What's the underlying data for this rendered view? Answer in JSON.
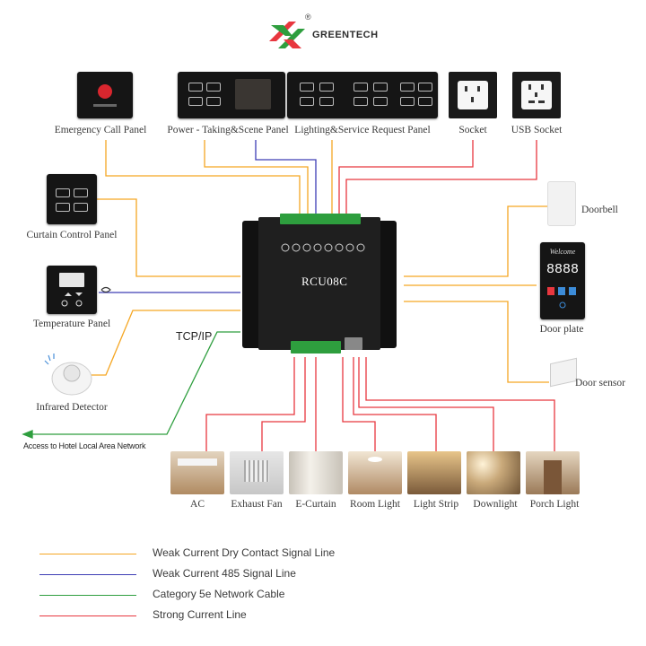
{
  "brand": {
    "name": "GREENTECH",
    "reg_mark": "®"
  },
  "controller": {
    "model": "RCU08C",
    "network_label": "TCP/IP"
  },
  "top_devices": [
    {
      "id": "emergency",
      "label": "Emergency Call Panel"
    },
    {
      "id": "power",
      "label": "Power - Taking&Scene Panel"
    },
    {
      "id": "lighting",
      "label": "Lighting&Service Request Panel"
    },
    {
      "id": "socket",
      "label": "Socket"
    },
    {
      "id": "usb",
      "label": "USB Socket"
    }
  ],
  "left_devices": [
    {
      "id": "curtain",
      "label": "Curtain Control Panel"
    },
    {
      "id": "temperature",
      "label": "Temperature Panel"
    },
    {
      "id": "infrared",
      "label": "Infrared Detector"
    }
  ],
  "network_access_label": "Access to Hotel Local Area Network",
  "right_devices": [
    {
      "id": "doorbell",
      "label": "Doorbell"
    },
    {
      "id": "doorplate",
      "label": "Door plate",
      "display_text": "8888",
      "display_title": "Welcome"
    },
    {
      "id": "doorsensor",
      "label": "Door sensor"
    }
  ],
  "loads": [
    {
      "id": "ac",
      "label": "AC"
    },
    {
      "id": "fan",
      "label": "Exhaust Fan"
    },
    {
      "id": "curtain",
      "label": "E-Curtain"
    },
    {
      "id": "roomlight",
      "label": "Room Light"
    },
    {
      "id": "strip",
      "label": "Light Strip"
    },
    {
      "id": "downlight",
      "label": "Downlight"
    },
    {
      "id": "porch",
      "label": "Porch Light"
    }
  ],
  "legend": [
    {
      "label": "Weak Current Dry Contact Signal Line",
      "color": "#f5a623"
    },
    {
      "label": "Weak Current 485 Signal Line",
      "color": "#3d3db5"
    },
    {
      "label": "Category 5e Network Cable",
      "color": "#2e9e3e"
    },
    {
      "label": "Strong Current Line",
      "color": "#e8373f"
    }
  ],
  "colors": {
    "orange": "#f5a623",
    "blue": "#3d3db5",
    "green": "#2e9e3e",
    "red": "#e8373f",
    "device_dark": "#151515"
  }
}
